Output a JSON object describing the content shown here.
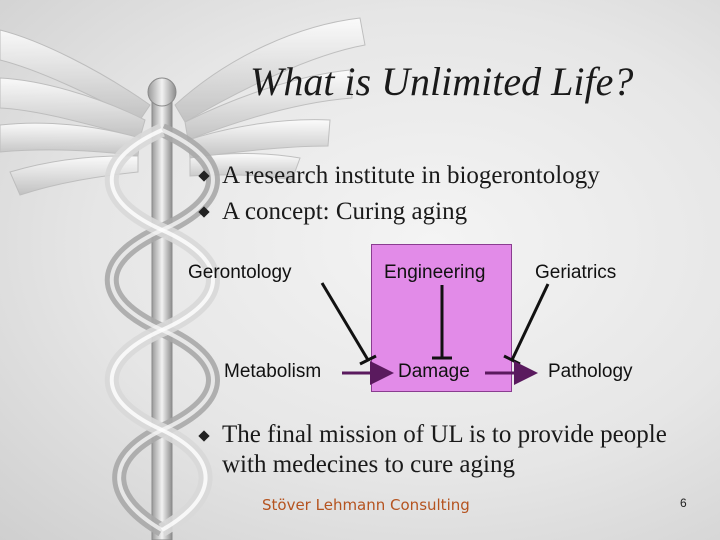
{
  "slide": {
    "title": "What is Unlimited Life?",
    "bullets": [
      "A research institute in biogerontology",
      "A concept: Curing aging"
    ],
    "diagram": {
      "top_labels": [
        "Gerontology",
        "Engineering",
        "Geriatrics"
      ],
      "bottom_labels": [
        "Metabolism",
        "Damage",
        "Pathology"
      ],
      "highlight_color": "#e28be8",
      "arrow_color": "#5a1a5e"
    },
    "final_bullet": "The final mission of UL is to provide people with medecines to cure aging",
    "footer": "Stöver Lehmann Consulting",
    "page_number": "6",
    "footer_color": "#b5531f"
  }
}
